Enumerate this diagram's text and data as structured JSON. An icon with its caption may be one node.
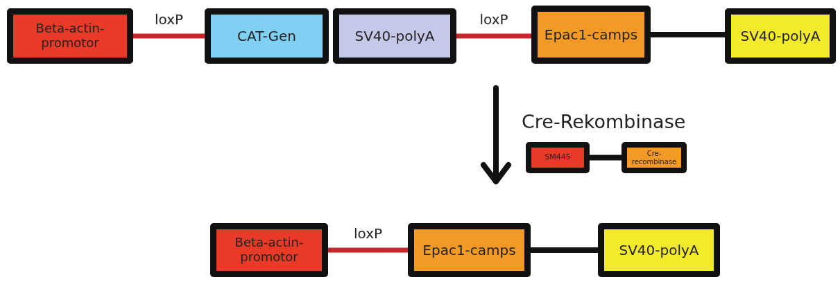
{
  "diagram": {
    "nodes": [
      {
        "text": [
          "Beta-actin-promotor"
        ]
      },
      {
        "text": [
          "CAT-Gen"
        ]
      },
      {
        "text": [
          "SV40-polyA"
        ]
      },
      {
        "text": [
          "Epac1-camps"
        ]
      },
      {
        "text": [
          "SV40-polyA"
        ]
      },
      {
        "text": [
          "SM445"
        ]
      },
      {
        "text": [
          "Cre-recombinase"
        ]
      },
      {
        "text": [
          "Beta-actin-promotor"
        ]
      },
      {
        "text": [
          "Epac1-camps"
        ]
      },
      {
        "text": [
          "SV40-polyA"
        ]
      }
    ],
    "edges": [
      {
        "from": 0,
        "to": 1,
        "arrow": "none",
        "label": "loxP",
        "color": "#c8262c"
      },
      {
        "from": 2,
        "to": 3,
        "arrow": "none",
        "label": "loxP",
        "color": "#c8262c"
      },
      {
        "from": 3,
        "to": 4,
        "arrow": "none",
        "color": "#111111"
      },
      {
        "from": 5,
        "to": 6,
        "arrow": "none",
        "color": "#111111"
      },
      {
        "from": 7,
        "to": 8,
        "arrow": "none",
        "label": "loxP",
        "color": "#c8262c"
      },
      {
        "from": 8,
        "to": 9,
        "arrow": "none",
        "color": "#111111"
      }
    ],
    "labels": [
      "Cre-Rekombinase"
    ]
  }
}
